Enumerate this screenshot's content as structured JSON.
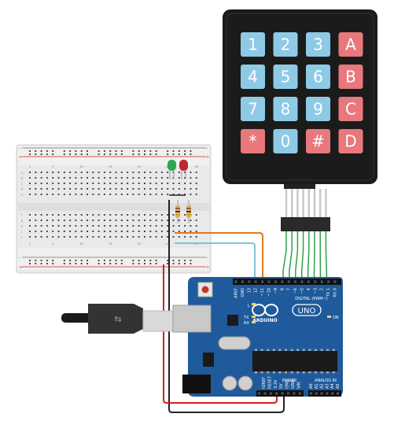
{
  "keypad": {
    "keys": [
      [
        "1",
        "2",
        "3",
        "A"
      ],
      [
        "4",
        "5",
        "6",
        "B"
      ],
      [
        "7",
        "8",
        "9",
        "C"
      ],
      [
        "*",
        "0",
        "#",
        "D"
      ]
    ],
    "colors": {
      "numeric": "#8ecae6",
      "letter": "#e8787c",
      "star_hash": "#e8787c",
      "body": "#1b1b1b"
    }
  },
  "arduino": {
    "logo_text": "ARDUINO",
    "model": "UNO",
    "labels": {
      "digital": "DIGITAL (PWM~)",
      "power": "POWER",
      "analog": "ANALOG IN",
      "on": "ON",
      "tx": "TX",
      "rx": "RX",
      "l": "L"
    },
    "digital_pins": [
      "AREF",
      "GND",
      "13",
      "12",
      "~11",
      "~10",
      "~9",
      "8",
      "7",
      "~6",
      "~5",
      "4",
      "~3",
      "2",
      "TX 1",
      "RX 0"
    ],
    "power_pins": [
      "IOREF",
      "RESET",
      "3.3V",
      "5V",
      "GND",
      "GND",
      "VIN"
    ],
    "analog_pins": [
      "A0",
      "A1",
      "A2",
      "A3",
      "A4",
      "A5"
    ],
    "board_color": "#1f5a9c"
  },
  "breadboard": {
    "rail_plus": "+",
    "rail_minus": "-",
    "row_letters_top": [
      "a",
      "b",
      "c",
      "d",
      "e"
    ],
    "row_letters_bottom": [
      "f",
      "g",
      "h",
      "i",
      "j"
    ],
    "column_labels": [
      "1",
      "5",
      "10",
      "15",
      "20",
      "25",
      "30"
    ]
  },
  "components": {
    "leds": [
      {
        "color_name": "green",
        "color": "#2fa84f"
      },
      {
        "color_name": "red",
        "color": "#c0262b"
      }
    ],
    "resistor_count": 2
  },
  "wires": {
    "colors": {
      "orange": "#e07b1a",
      "cyan": "#7ac7d4",
      "green": "#2aa24a",
      "red": "#d42020",
      "black": "#222222"
    }
  },
  "usb_cable": {
    "color": "#333333"
  }
}
